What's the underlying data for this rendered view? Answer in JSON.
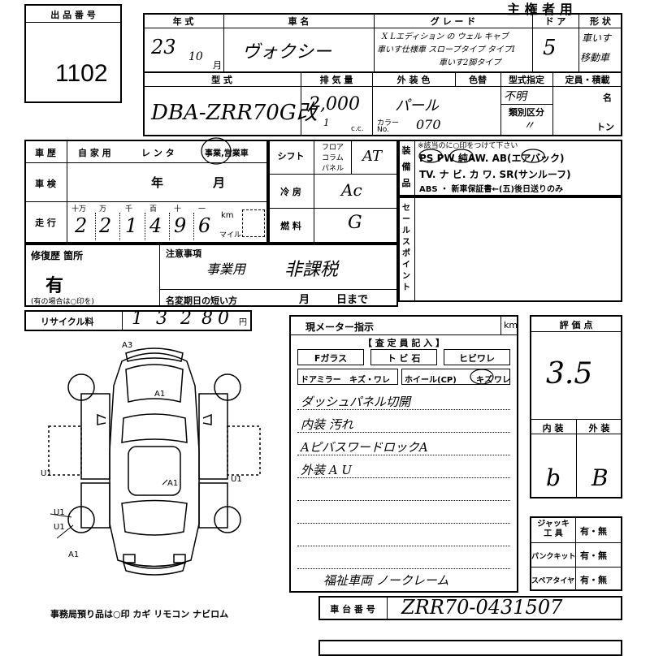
{
  "header": {
    "title_partial": "主 権 者 用",
    "lot_label": "出 品 番 号",
    "lot_number": "1102"
  },
  "top_labels": {
    "year": "年 式",
    "name": "車 名",
    "grade": "グ レ ー ド",
    "doors": "ド ア",
    "shape": "形 状",
    "model": "型 式",
    "displacement": "排 気 量",
    "color": "外 装 色",
    "color_letter": "色替",
    "model_designation": "型式指定",
    "class": "類別区分",
    "capacity": "定員・積載",
    "persons": "名",
    "tons": "トン",
    "cc": "c.c.",
    "color_no": "カラー No."
  },
  "top_values": {
    "year": "23",
    "month": "10",
    "month_unit": "月",
    "name": "ヴォクシー",
    "grade_line1": "X Lエディション の ウェル キャブ",
    "grade_line2": "車いす仕様車 スロープタイプ タイプI",
    "grade_line3": "車いす2脚タイプ",
    "doors": "5",
    "shape1": "車いす",
    "shape2": "移動車",
    "model": "DBA-ZRR70G改",
    "displacement_main": "2,000",
    "displacement_sub": "1",
    "color": "パール",
    "color_no": "070",
    "model_designation": "不明",
    "class": "〃"
  },
  "history": {
    "label": "車 歴",
    "options": [
      "自 家 用",
      "レ ン タ",
      "事業,営業車"
    ],
    "inspection_label": "車 検",
    "inspection_year": "年",
    "inspection_month": "月",
    "mileage_label": "走 行",
    "mileage_units": [
      "十万",
      "万",
      "千",
      "百",
      "十",
      "一"
    ],
    "mileage_digits": [
      "2",
      "2",
      "1",
      "4",
      "9",
      "6"
    ],
    "km": "km",
    "mile": "マイル"
  },
  "specs": {
    "shift_label": "シフト",
    "shift_options": [
      "フロア",
      "コラム",
      "パネル"
    ],
    "shift_value": "AT",
    "ac_label": "冷 房",
    "ac_value": "Ac",
    "fuel_label": "燃 料",
    "fuel_value": "G"
  },
  "equipment": {
    "label": "装 備 品",
    "note": "※該当のに○印をつけて下さい",
    "line1": "PS PW 純AW. AB(エアバック)",
    "line2": "TV. ナ ビ. カ ワ. SR(サンルーフ)",
    "line3": "ABS ・ 新車保証書←(五)後日送りのみ"
  },
  "sales_point": {
    "label": "セールスポイント"
  },
  "repair": {
    "label": "修復歴 箇所",
    "value": "有",
    "note": "(有の場合は○印を)",
    "remarks_label": "注意事項",
    "remarks_value1": "事業用",
    "remarks_value2": "非課税",
    "name_change_label": "名変期日の短い方",
    "name_change_month": "月",
    "name_change_day": "日まで"
  },
  "recycle": {
    "label": "リサイクル料",
    "digits": [
      "1",
      "3",
      "2",
      "8",
      "0"
    ],
    "unit": "円"
  },
  "meter": {
    "label": "現メーター指示",
    "unit": "km"
  },
  "inspector": {
    "label": "【 査 定 員 記 入 】",
    "items": [
      "Fガラス",
      "ト ビ 石",
      "ヒビワレ"
    ],
    "items2": [
      "ドアミラー",
      "キズ・ワレ",
      "ホイール(CP)",
      "キズ",
      "ワレ"
    ],
    "notes": [
      "ダッシュパネル切開",
      "内装 汚れ",
      "AピバスワードロックA",
      "外装 A U"
    ],
    "bottom_note": "福祉車両 ノークレーム"
  },
  "diagram": {
    "marks": [
      "A3",
      "A1",
      "U1",
      "U1",
      "U1",
      "A1",
      "U1",
      "A1"
    ]
  },
  "rating": {
    "label": "評 価 点",
    "value": "3.5",
    "interior_label": "内 装",
    "exterior_label": "外 装",
    "interior_value": "b",
    "exterior_value": "B"
  },
  "tools": {
    "jack_label": "ジャッキ 工 具",
    "jack_value": "有・無",
    "puncture_label": "パンクキット",
    "puncture_value": "有・無",
    "spare_label": "スペアタイヤ",
    "spare_value": "有・無"
  },
  "chassis": {
    "label": "車 台 番 号",
    "value": "ZRR70-0431507"
  },
  "office": {
    "note": "事務局預り品は○印 カギ リモコン ナビロム"
  }
}
